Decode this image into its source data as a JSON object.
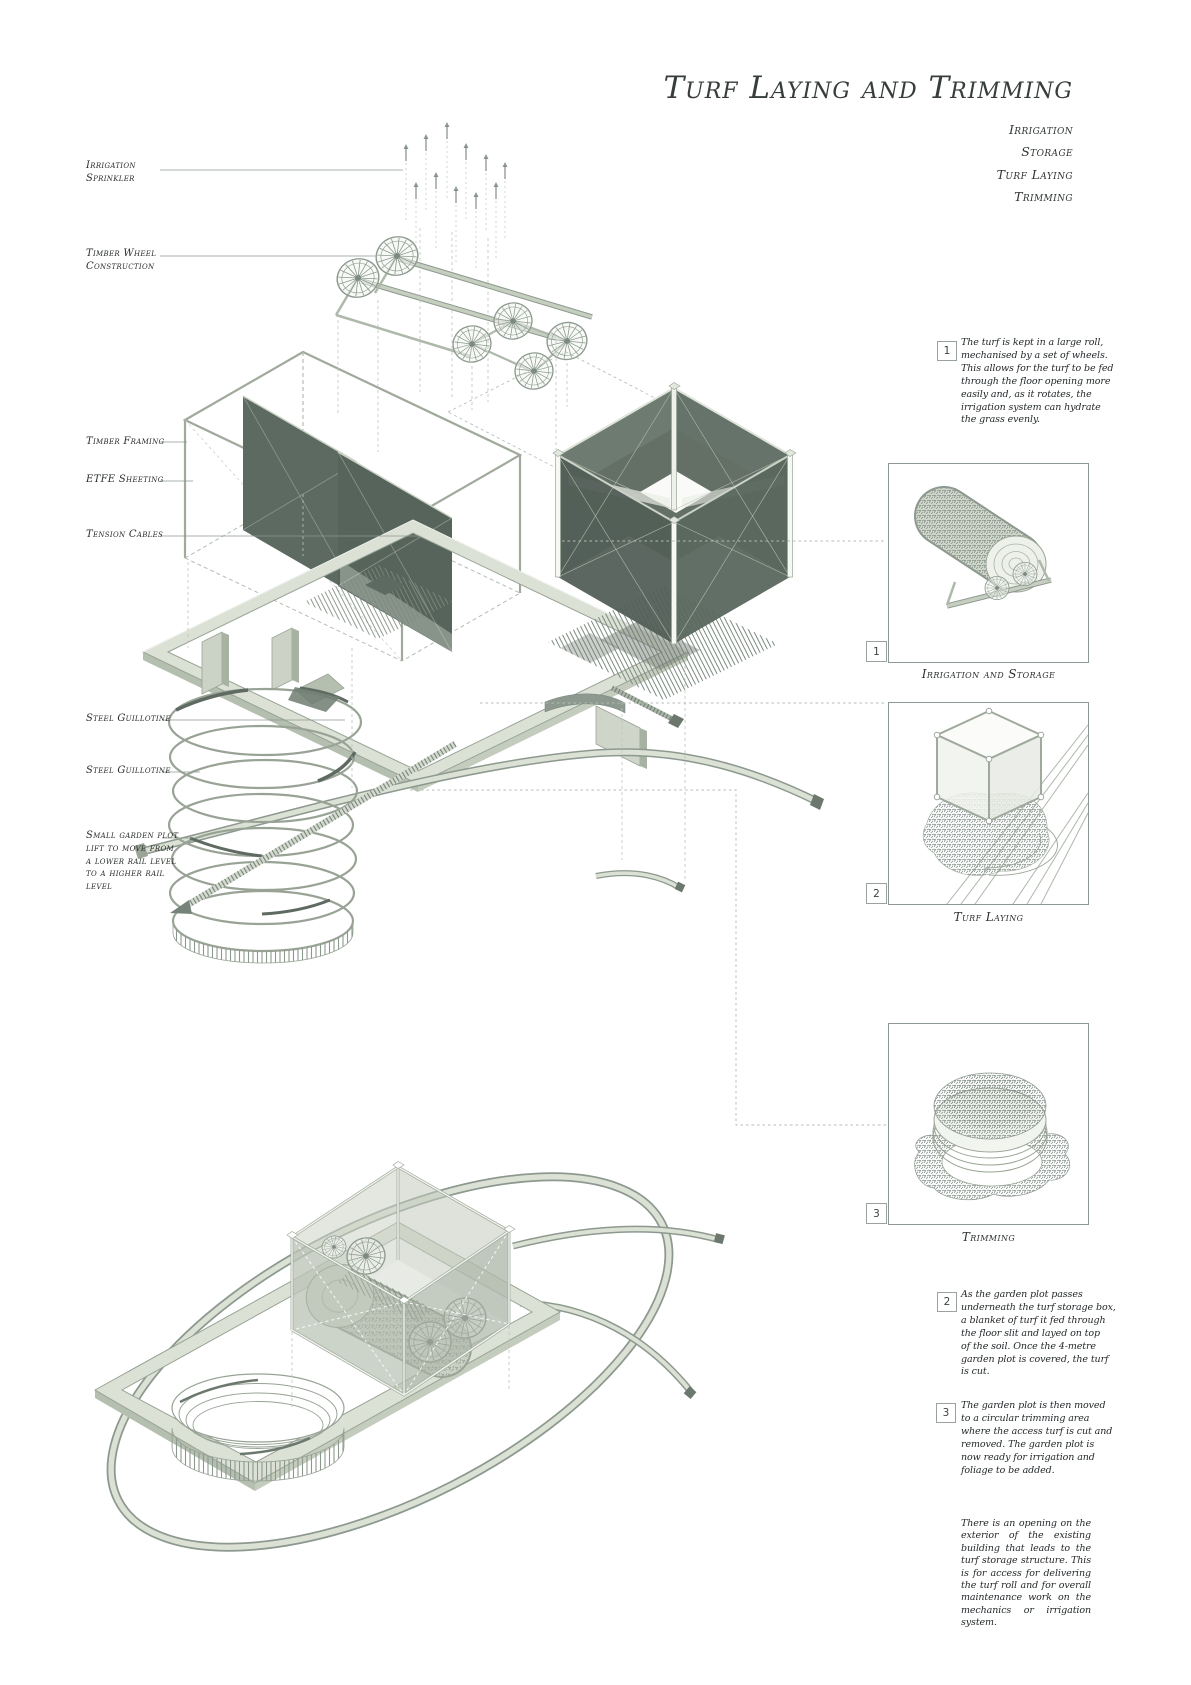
{
  "header": {
    "title": "Turf Laying and Trimming",
    "menu": [
      "Irrigation",
      "Storage",
      "Turf Laying",
      "Trimming"
    ]
  },
  "part_labels": [
    {
      "text": "Irrigation\nSprinkler"
    },
    {
      "text": "Timber Wheel\nConstruction"
    },
    {
      "text": "Timber Framing"
    },
    {
      "text": "ETFE Sheeting"
    },
    {
      "text": "Tension Cables"
    },
    {
      "text": "Steel Guillotine"
    },
    {
      "text": "Steel Guillotine"
    },
    {
      "text": "Small garden plot\nlift to move from\na lower rail level\nto a higher rail\nlevel"
    }
  ],
  "figures": [
    {
      "number": "1",
      "caption": "Irrigation and Storage"
    },
    {
      "number": "2",
      "caption": "Turf Laying"
    },
    {
      "number": "3",
      "caption": "Trimming"
    }
  ],
  "notes": [
    {
      "number": "1",
      "text": "The turf is kept in a large roll,\nmechanised by a set of wheels.\nThis allows for the turf to be fed\nthrough the floor opening more\neasily and, as it rotates, the\nirrigation system can hydrate\nthe grass evenly."
    },
    {
      "number": "2",
      "text": "As the garden plot passes\nunderneath the turf storage box,\na blanket of turf it fed through\nthe floor slit and layed on top\nof the soil. Once the 4-metre\ngarden plot is covered, the turf\nis cut."
    },
    {
      "number": "3",
      "text": "The garden plot is then moved\nto a circular trimming area\nwhere the access turf is cut and\nremoved. The garden plot is\nnow ready for irrigation and\nfoliage to be added."
    }
  ],
  "closing": {
    "text": "There is an opening on the exterior of the existing building that leads to the turf storage structure. This is for access for delivering the turf roll and for overall maintenance work on the mechanics or irrigation system."
  },
  "colors": {
    "panel_dark": "#5d6a61",
    "structure_light": "#c6cec0",
    "line": "#98a396",
    "text": "#23282a"
  }
}
